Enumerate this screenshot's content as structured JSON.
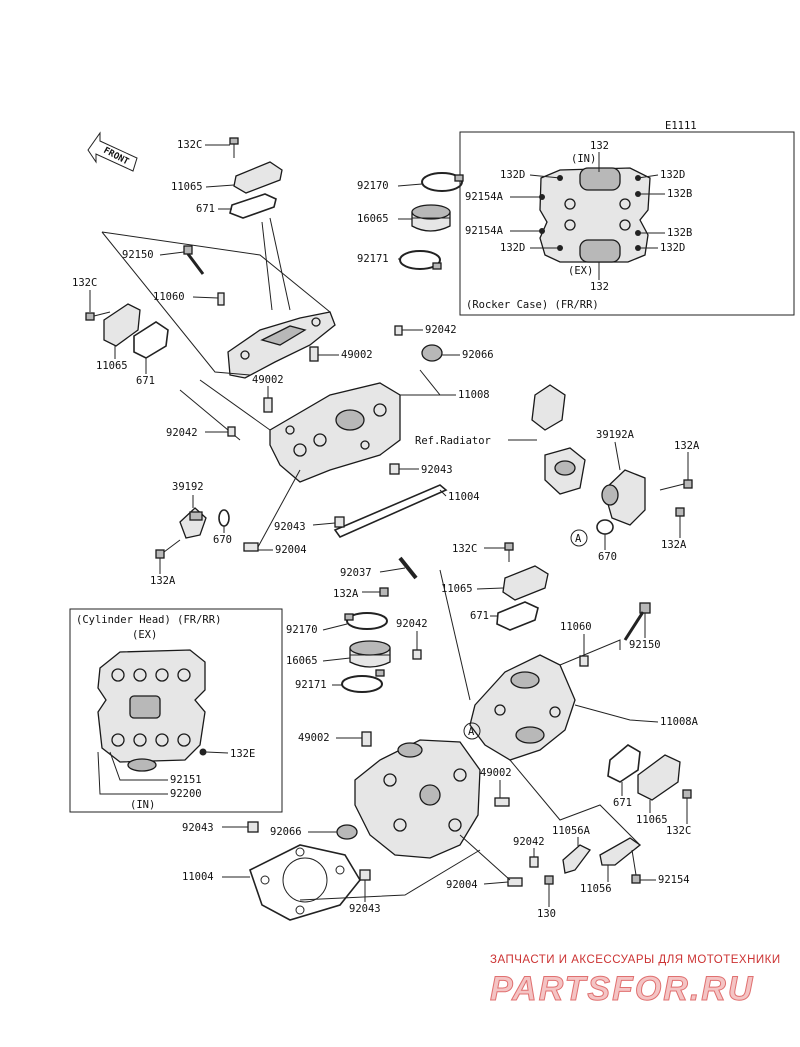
{
  "diagram_code": "E1111",
  "front_arrow": "FRONT",
  "labels": {
    "p132C_top": "132C",
    "p11065_top": "11065",
    "p671_top": "671",
    "p92150_top": "92150",
    "p11060_top": "11060",
    "p132C_left": "132C",
    "p11065_left": "11065",
    "p671_left": "671",
    "p92170_top": "92170",
    "p16065_top": "16065",
    "p92171_top": "92171",
    "p92042_a": "92042",
    "p49002_a": "49002",
    "p92066_a": "92066",
    "p49002_b": "49002",
    "p11008_a": "11008",
    "p92042_b": "92042",
    "p92043_a": "92043",
    "p39192": "39192",
    "p11004_a": "11004",
    "p670_a": "670",
    "p92043_b": "92043",
    "p92004_a": "92004",
    "p132A_a": "132A",
    "ref_radiator": "Ref.Radiator",
    "p39192A": "39192A",
    "p132A_b": "132A",
    "p132A_c": "132A",
    "p670_b": "670",
    "circle_a1": "A",
    "p132C_mid": "132C",
    "p92037": "92037",
    "p132A_d": "132A",
    "p11065_mid": "11065",
    "p671_mid": "671",
    "p11060_mid": "11060",
    "p92150_mid": "92150",
    "p92170_mid": "92170",
    "p92042_c": "92042",
    "p16065_mid": "16065",
    "p92171_mid": "92171",
    "p11008A": "11008A",
    "p49002_c": "49002",
    "circle_a2": "A",
    "p49002_d": "49002",
    "p671_low": "671",
    "p11065_low": "11065",
    "p132C_low": "132C",
    "p92043_c": "92043",
    "p92066_b": "92066",
    "p92042_d": "92042",
    "p11056A": "11056A",
    "p11004_b": "11004",
    "p92004_b": "92004",
    "p11056": "11056",
    "p92154": "92154",
    "p130": "130",
    "p92043_d": "92043"
  },
  "rocker_inset": {
    "in_label": "(IN)",
    "ex_label": "(EX)",
    "caption": "(Rocker Case) (FR/RR)",
    "l132_top": "132",
    "l132D_tl": "132D",
    "l132D_tr": "132D",
    "l92154A_1": "92154A",
    "l132B_1": "132B",
    "l92154A_2": "92154A",
    "l132B_2": "132B",
    "l132D_bl": "132D",
    "l132D_br": "132D",
    "l132_bot": "132"
  },
  "cylinder_inset": {
    "caption": "(Cylinder Head) (FR/RR)",
    "ex_label": "(EX)",
    "in_label": "(IN)",
    "l132E": "132E",
    "l92151": "92151",
    "l92200": "92200"
  },
  "watermark": {
    "top_text": "ЗАПЧАСТИ И АКСЕССУАРЫ ДЛЯ МОТОТЕХНИКИ",
    "logo_text": "PARTSFOR.RU"
  }
}
